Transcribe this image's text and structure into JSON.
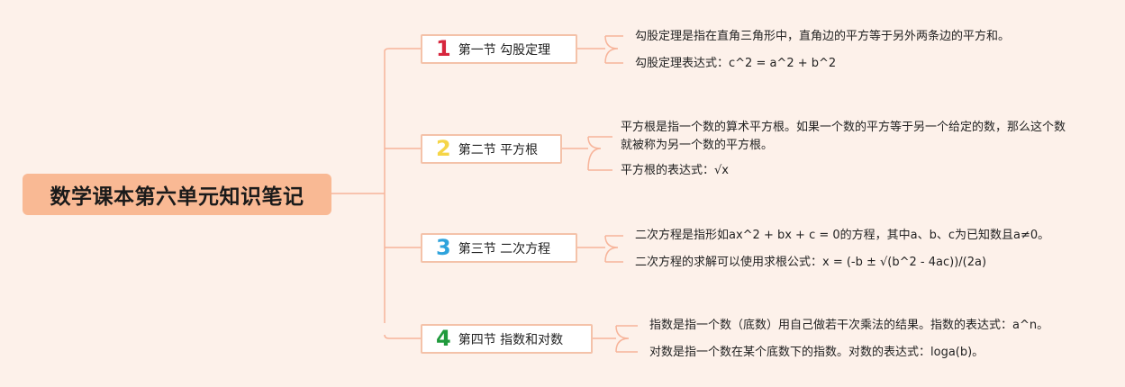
{
  "root": {
    "title": "数学课本第六单元知识笔记"
  },
  "colors": {
    "background": "#fdf1ea",
    "root_fill": "#f9b994",
    "branch_border": "#f4c2a9",
    "connector": "#f7b49a",
    "num1": "#d7263d",
    "num2": "#f5d547",
    "num3": "#2ea3dc",
    "num4": "#1f9a3c"
  },
  "branches": [
    {
      "number": "1",
      "label": "第一节 勾股定理",
      "leaves": [
        "勾股定理是指在直角三角形中，直角边的平方等于另外两条边的平方和。",
        "勾股定理表达式：c^2 = a^2 + b^2"
      ]
    },
    {
      "number": "2",
      "label": "第二节 平方根",
      "leaves": [
        "平方根是指一个数的算术平方根。如果一个数的平方等于另一个给定的数，那么这个数就被称为另一个数的平方根。",
        "平方根的表达式：√x"
      ]
    },
    {
      "number": "3",
      "label": "第三节 二次方程",
      "leaves": [
        "二次方程是指形如ax^2 + bx + c = 0的方程，其中a、b、c为已知数且a≠0。",
        "二次方程的求解可以使用求根公式：x = (-b ± √(b^2 - 4ac))/(2a)"
      ]
    },
    {
      "number": "4",
      "label": "第四节 指数和对数",
      "leaves": [
        "指数是指一个数（底数）用自己做若干次乘法的结果。指数的表达式：a^n。",
        "对数是指一个数在某个底数下的指数。对数的表达式：loga(b)。"
      ]
    }
  ]
}
